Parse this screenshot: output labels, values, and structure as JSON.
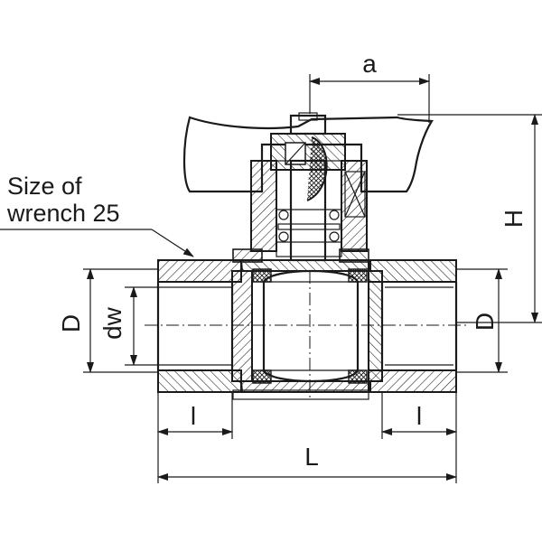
{
  "annotations": {
    "wrench_line1": "Size of",
    "wrench_line2": "wrench 25"
  },
  "dimensions": {
    "a": "a",
    "H": "H",
    "D_left": "D",
    "D_right": "D",
    "dw": "dw",
    "l_left": "l",
    "l_right": "l",
    "L": "L"
  }
}
